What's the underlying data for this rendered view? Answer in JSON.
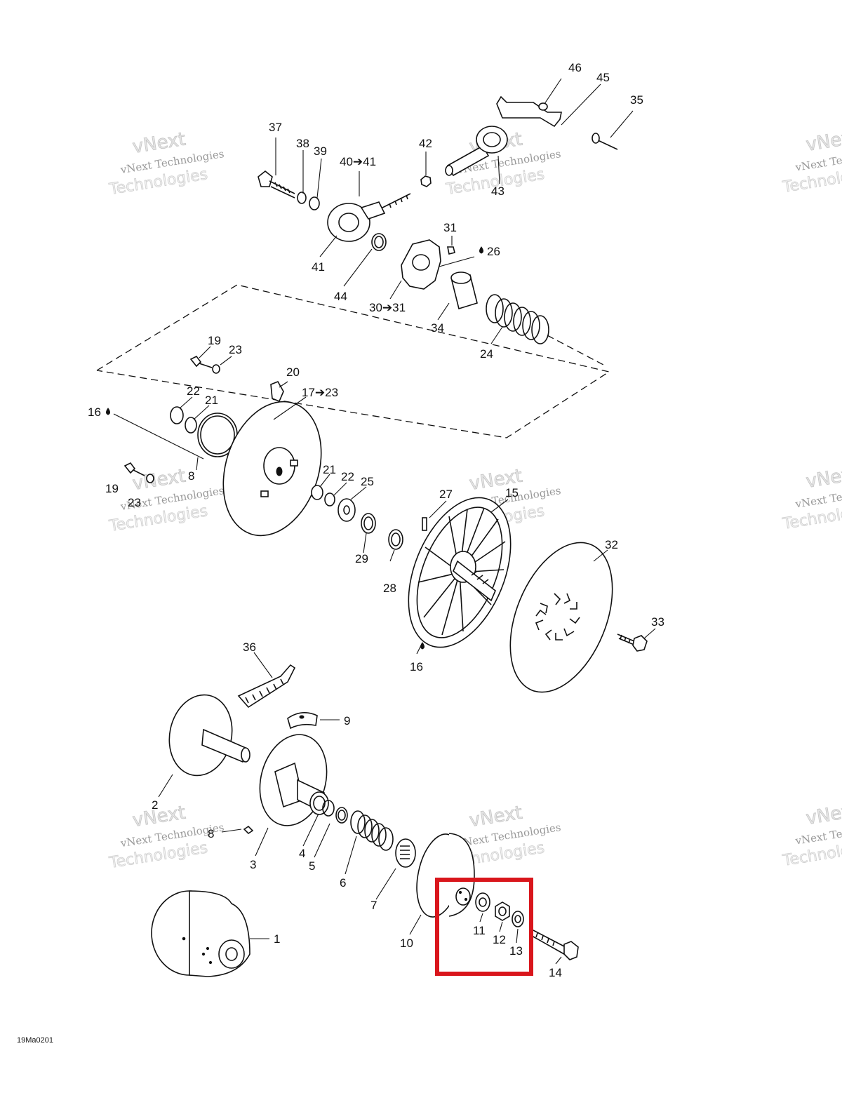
{
  "diagram": {
    "drawing_code": "19Ma0201",
    "watermark": {
      "line1": "vNext",
      "line2": "vNext Technologies",
      "line3": "Technologies"
    },
    "highlight_color": "#d9161c",
    "part_labels": {
      "p1": "1",
      "p2": "2",
      "p3": "3",
      "p4": "4",
      "p5": "5",
      "p6": "6",
      "p7": "7",
      "p8": "8",
      "p8b": "8",
      "p9": "9",
      "p10": "10",
      "p11": "11",
      "p12": "12",
      "p13": "13",
      "p14": "14",
      "p15": "15",
      "p16a": "16",
      "p16b": "16",
      "p17_23": "17➔23",
      "p19a": "19",
      "p19b": "19",
      "p20": "20",
      "p21a": "21",
      "p21b": "21",
      "p22a": "22",
      "p22b": "22",
      "p23a": "23",
      "p23b": "23",
      "p24": "24",
      "p25": "25",
      "p26": "26",
      "p27": "27",
      "p28": "28",
      "p29": "29",
      "p30_31": "30➔31",
      "p31": "31",
      "p32": "32",
      "p33": "33",
      "p34": "34",
      "p35": "35",
      "p36": "36",
      "p37": "37",
      "p38": "38",
      "p39": "39",
      "p40_41": "40➔41",
      "p41": "41",
      "p42": "42",
      "p43": "43",
      "p44": "44",
      "p45": "45",
      "p46": "46"
    }
  }
}
